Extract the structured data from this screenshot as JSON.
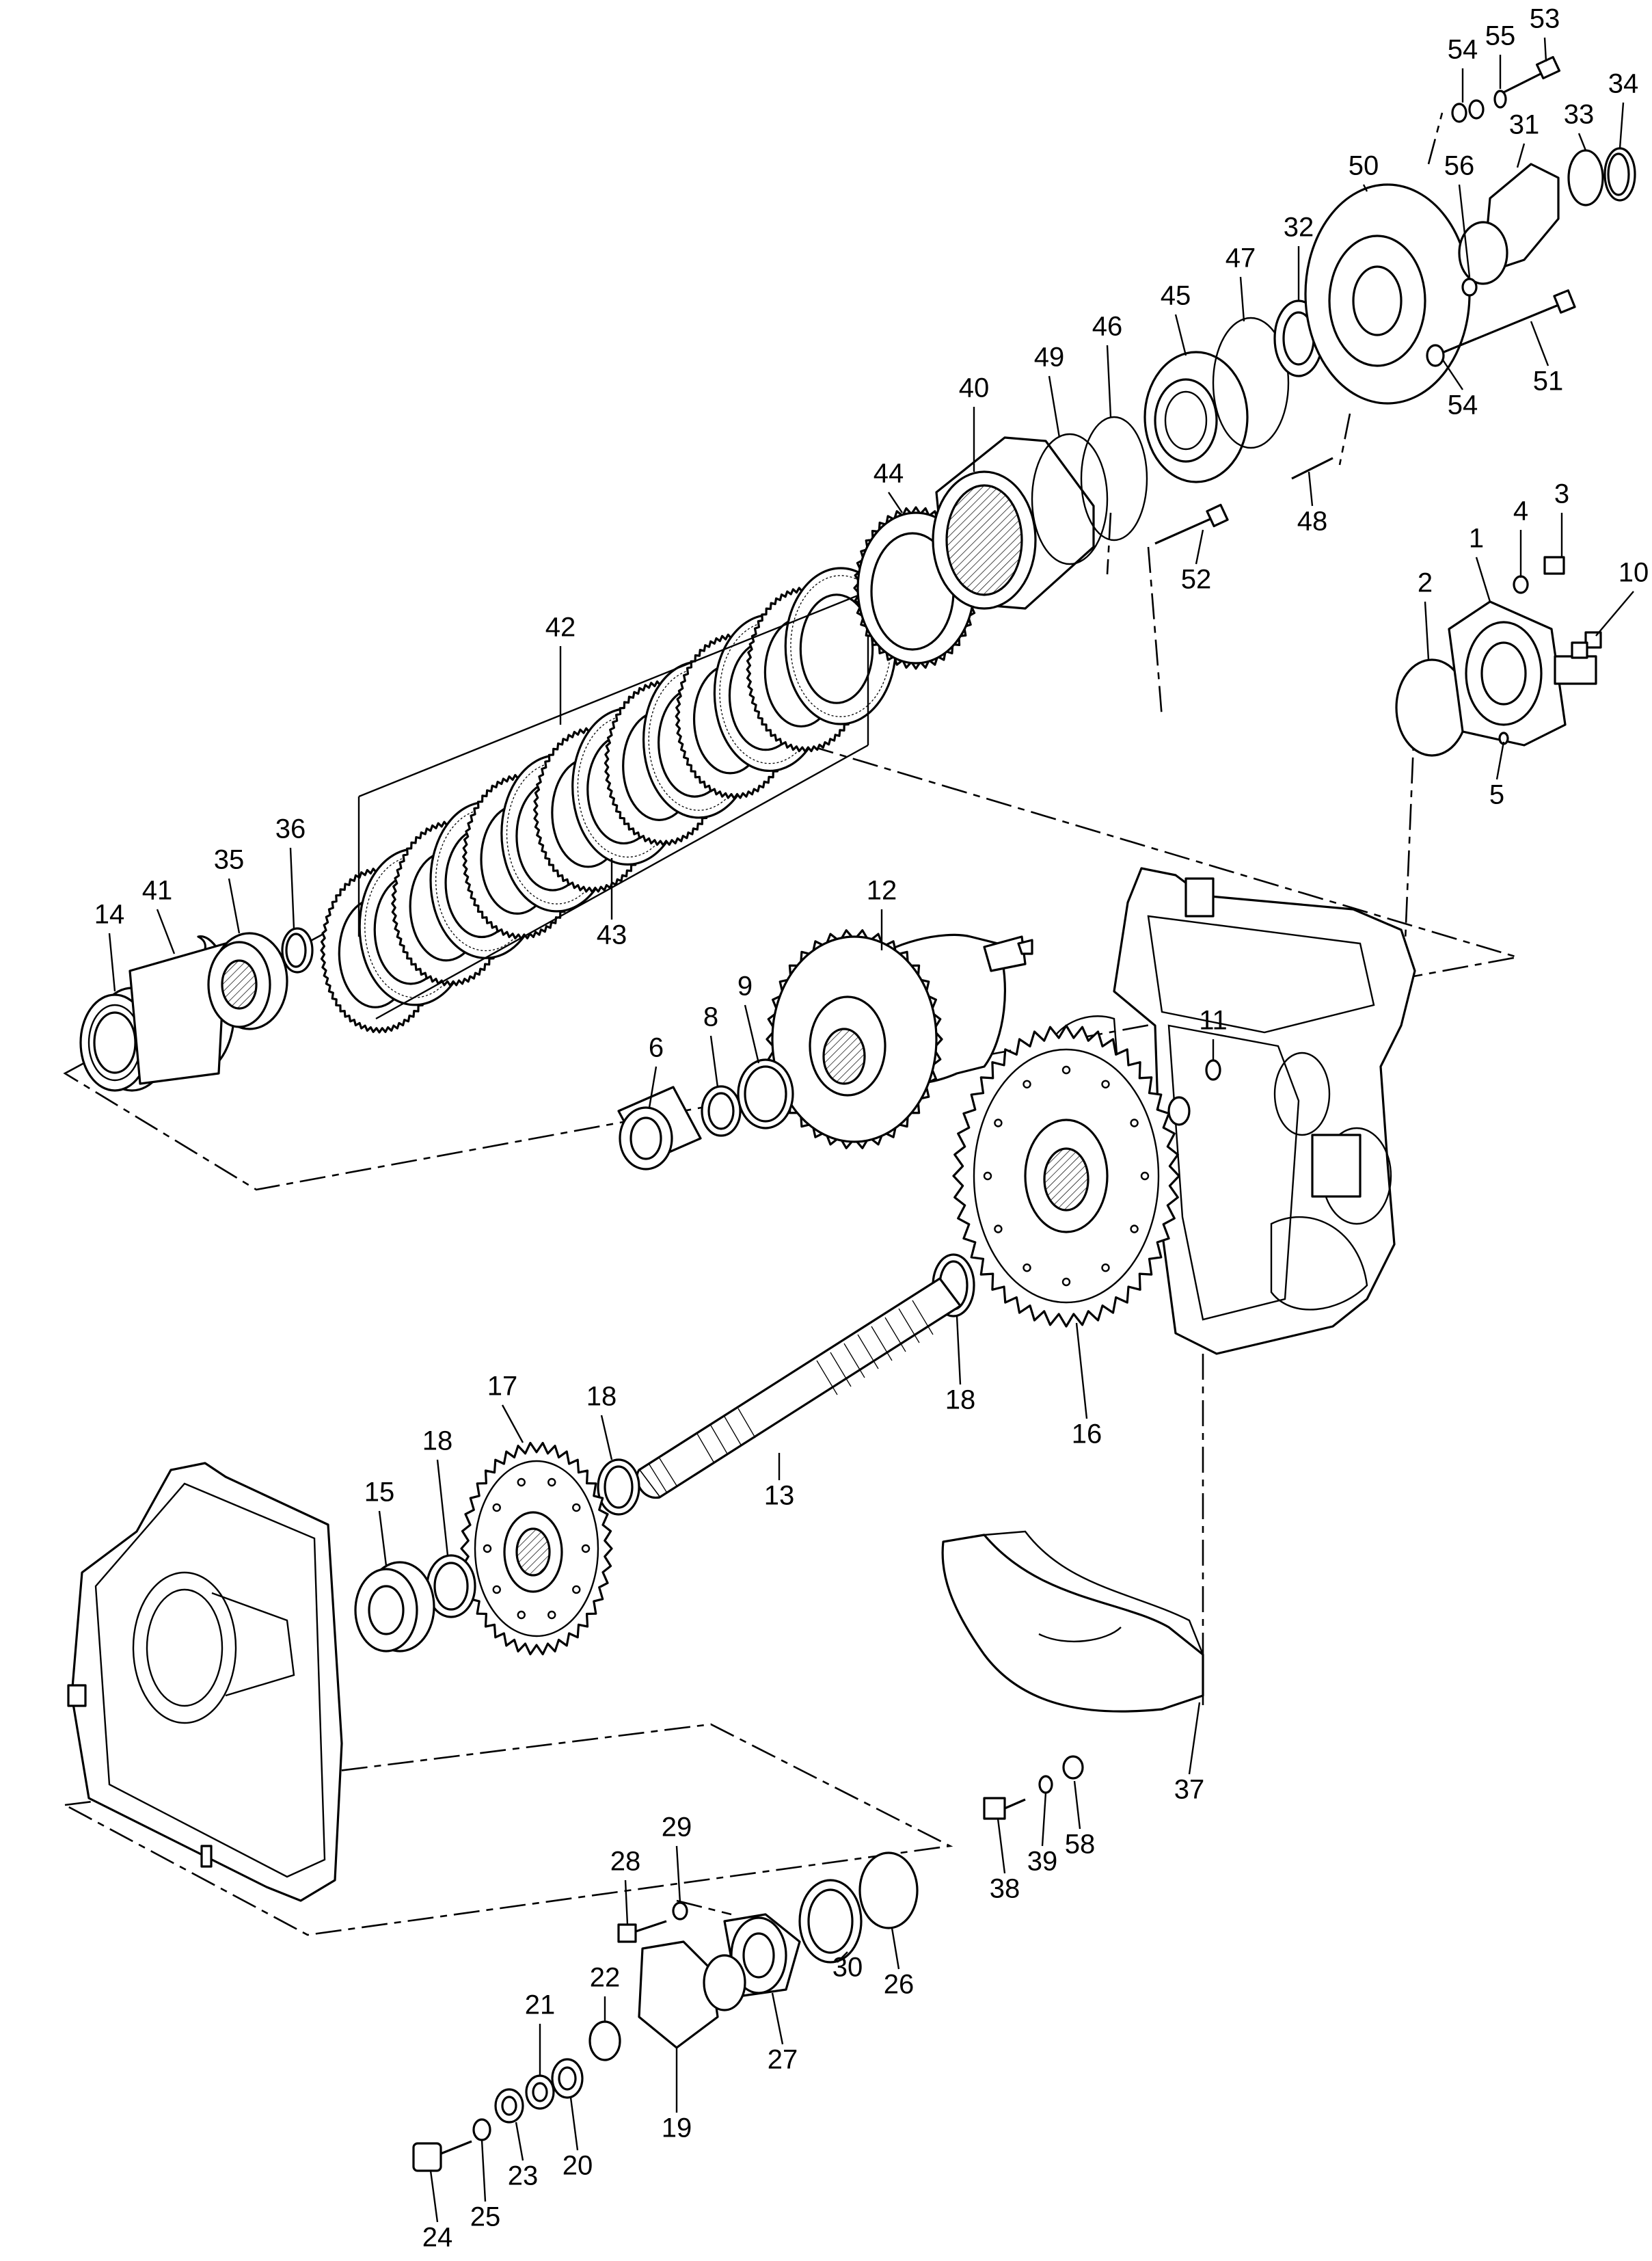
{
  "callouts": [
    "1",
    "2",
    "3",
    "4",
    "5",
    "6",
    "8",
    "9",
    "10",
    "11",
    "12",
    "13",
    "14",
    "15",
    "16",
    "17",
    "18",
    "18",
    "18",
    "19",
    "20",
    "21",
    "22",
    "23",
    "24",
    "25",
    "26",
    "27",
    "28",
    "29",
    "30",
    "31",
    "32",
    "33",
    "34",
    "35",
    "36",
    "37",
    "38",
    "39",
    "40",
    "41",
    "42",
    "43",
    "44",
    "45",
    "46",
    "47",
    "48",
    "49",
    "50",
    "51",
    "52",
    "53",
    "54",
    "54",
    "55",
    "56",
    "58"
  ],
  "colors": {
    "ink": "#000000",
    "paper": "#ffffff"
  }
}
